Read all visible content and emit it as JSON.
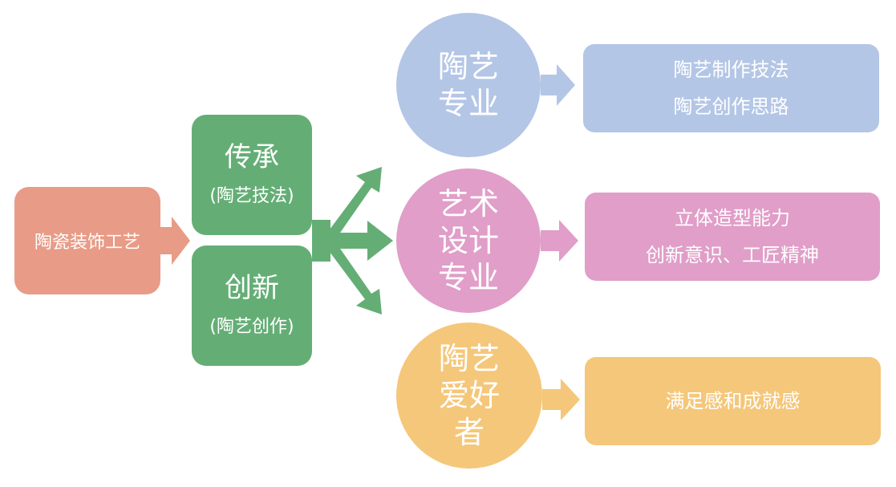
{
  "source": {
    "label": "陶瓷装饰工艺"
  },
  "branches": [
    {
      "title": "传承",
      "sub": "(陶艺技法)"
    },
    {
      "title": "创新",
      "sub": "(陶艺创作)"
    }
  ],
  "targets": [
    {
      "circle_lines": [
        "陶艺",
        "专业"
      ],
      "outcomes": [
        "陶艺制作技法",
        "陶艺创作思路"
      ]
    },
    {
      "circle_lines": [
        "艺术",
        "设计",
        "专业"
      ],
      "outcomes": [
        "立体造型能力",
        "创新意识、工匠精神"
      ]
    },
    {
      "circle_lines": [
        "陶艺",
        "爱好",
        "者"
      ],
      "outcomes": [
        "满足感和成就感"
      ]
    }
  ],
  "colors": {
    "source": "#e89b86",
    "branch": "#64ae76",
    "target1": "#b4c6e6",
    "target2": "#e09ec8",
    "target3": "#f5c77a"
  }
}
